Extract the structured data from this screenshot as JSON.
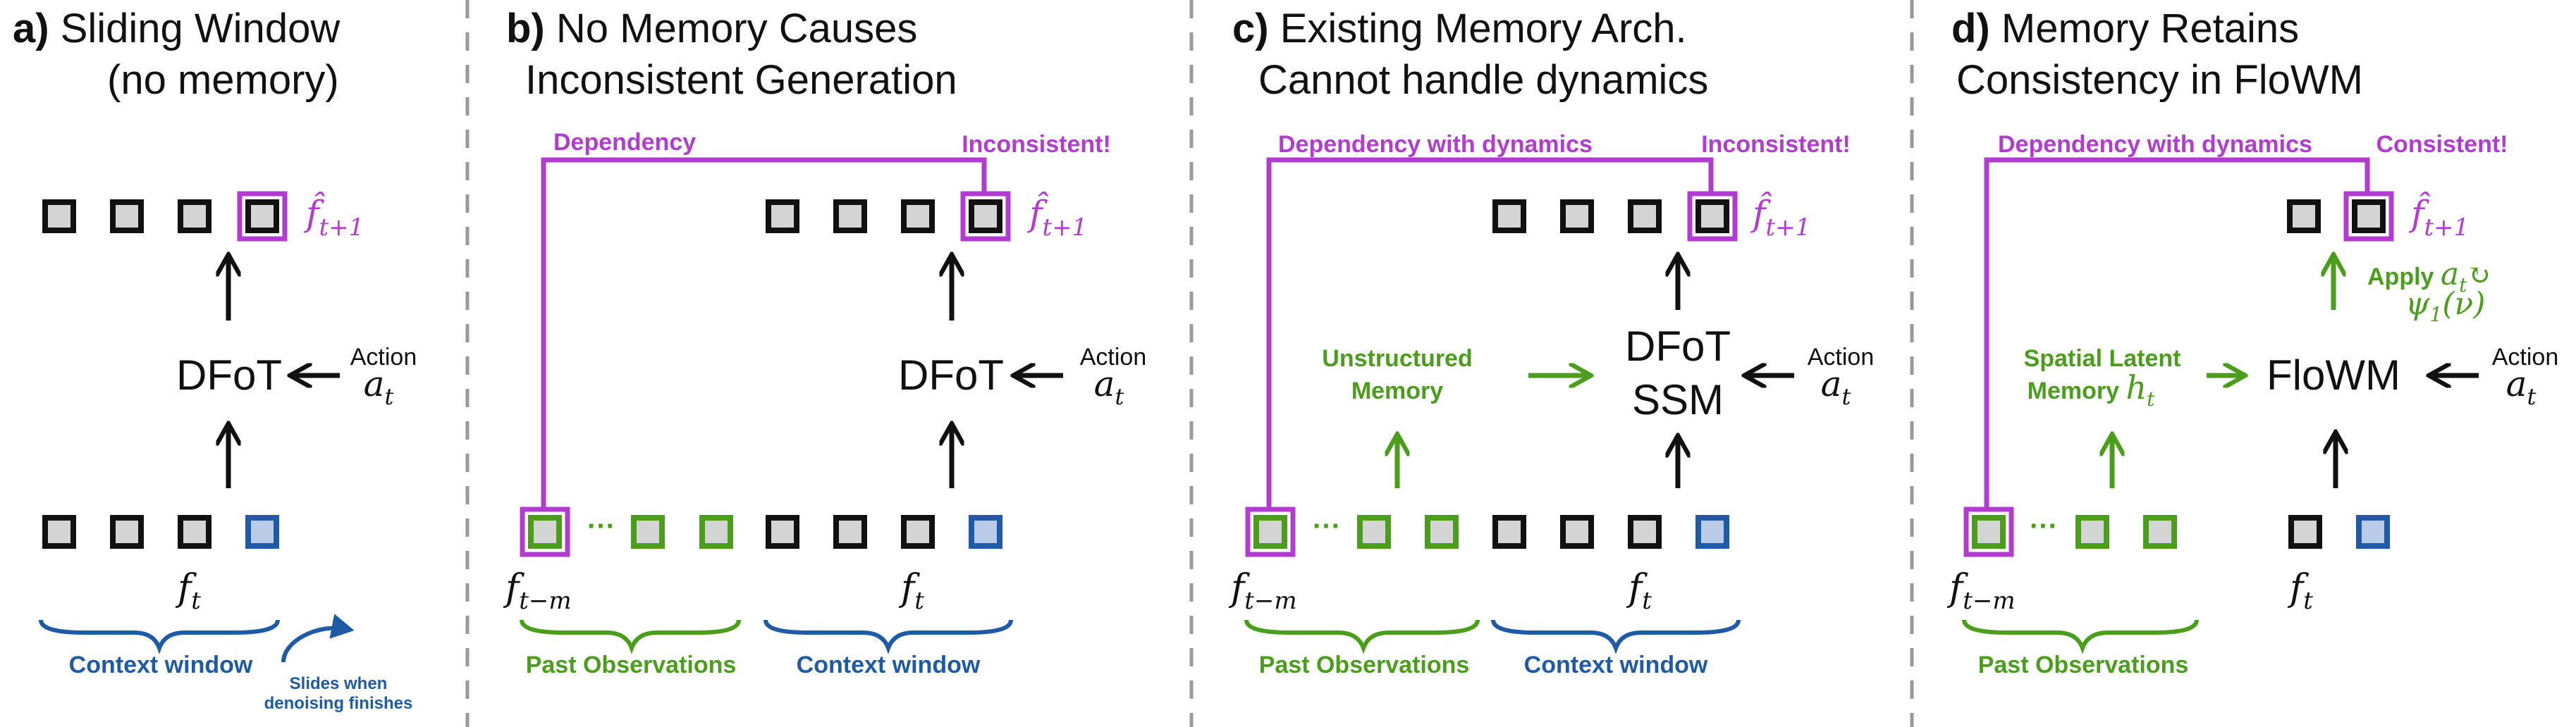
{
  "colors": {
    "black": "#111111",
    "purple": "#b23ccf",
    "green": "#4a9e1c",
    "blue": "#1f5aa6",
    "gray_fill": "#d4d4d4",
    "light_blue_fill": "#b9cbe6",
    "divider": "#9a9a9a"
  },
  "panels": {
    "a": {
      "letter": "a)",
      "title_line1": "Sliding Window",
      "title_line2": "(no memory)",
      "model": "DFoT",
      "action_word": "Action",
      "action_symbol": "a",
      "action_sub": "t",
      "output_symbol": "f̂",
      "output_sub": "t+1",
      "frame_symbol": "f",
      "frame_sub": "t",
      "context_label": "Context window",
      "slide_note_line1": "Slides when",
      "slide_note_line2": "denoising finishes"
    },
    "b": {
      "letter": "b)",
      "title_line1": "No Memory Causes",
      "title_line2": "Inconsistent Generation",
      "dependency_label": "Dependency",
      "status_label": "Inconsistent!",
      "model": "DFoT",
      "action_word": "Action",
      "action_symbol": "a",
      "action_sub": "t",
      "output_symbol": "f̂",
      "output_sub": "t+1",
      "past_frame_symbol": "f",
      "past_frame_sub": "t−m",
      "frame_symbol": "f",
      "frame_sub": "t",
      "dots": "···",
      "past_label": "Past Observations",
      "context_label": "Context window"
    },
    "c": {
      "letter": "c)",
      "title_line1": "Existing Memory Arch.",
      "title_line2": "Cannot handle dynamics",
      "dependency_label": "Dependency with dynamics",
      "status_label": "Inconsistent!",
      "memory_line1": "Unstructured",
      "memory_line2": "Memory",
      "model_line1": "DFoT",
      "model_line2": "SSM",
      "action_word": "Action",
      "action_symbol": "a",
      "action_sub": "t",
      "output_symbol": "f̂",
      "output_sub": "t+1",
      "past_frame_symbol": "f",
      "past_frame_sub": "t−m",
      "frame_symbol": "f",
      "frame_sub": "t",
      "dots": "···",
      "past_label": "Past Observations",
      "context_label": "Context window"
    },
    "d": {
      "letter": "d)",
      "title_line1": "Memory Retains",
      "title_line2": "Consistency in FloWM",
      "dependency_label": "Dependency with dynamics",
      "status_label": "Consistent!",
      "memory_line1": "Spatial Latent",
      "memory_line2": "Memory",
      "memory_symbol": "h",
      "memory_sub": "t",
      "apply_word": "Apply",
      "apply_symbol": "a",
      "apply_sub": "t",
      "rotate_glyph": "↻",
      "psi_symbol": "ψ",
      "psi_sub": "1",
      "psi_arg": "(ν)",
      "model": "FloWM",
      "action_word": "Action",
      "action_symbol": "a",
      "action_sub": "t",
      "output_symbol": "f̂",
      "output_sub": "t+1",
      "past_frame_symbol": "f",
      "past_frame_sub": "t−m",
      "frame_symbol": "f",
      "frame_sub": "t",
      "dots": "···",
      "past_label": "Past Observations"
    }
  }
}
